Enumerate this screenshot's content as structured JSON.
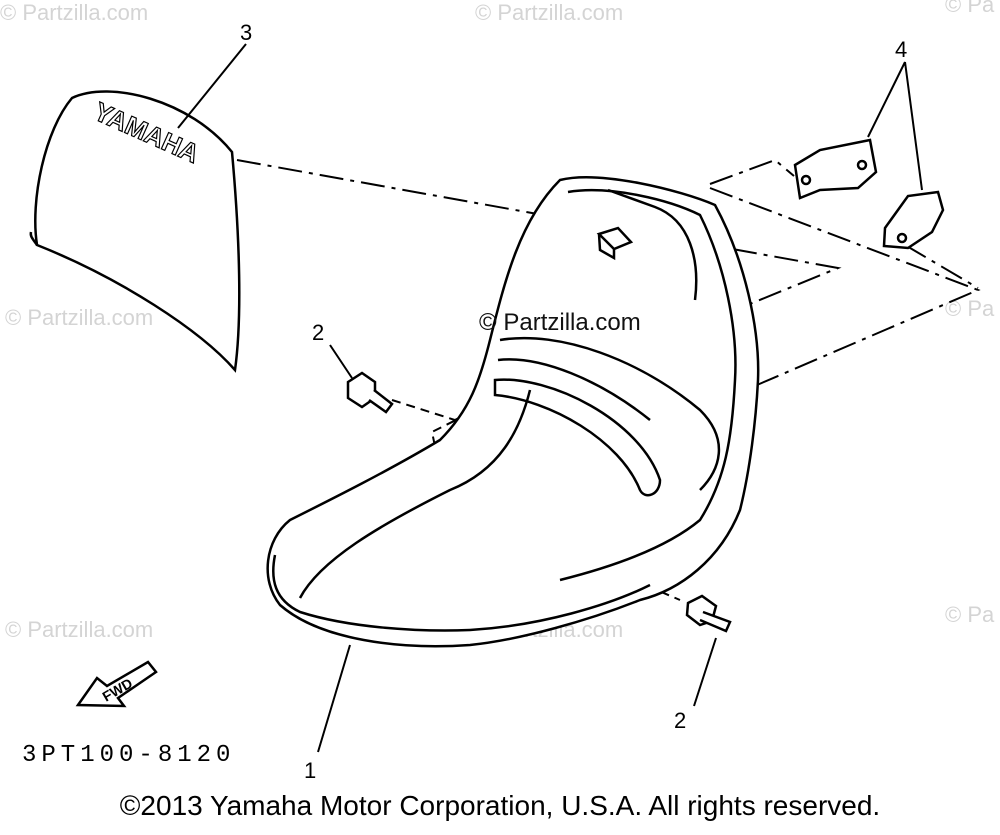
{
  "watermark": "© Partzilla.com",
  "watermark_partial": "© Pa",
  "center_watermark": "© Partzilla.com",
  "callouts": {
    "seat": "1",
    "bolt_left": "2",
    "bolt_right": "2",
    "cover": "3",
    "brackets": "4"
  },
  "cover_logo": "YAMAHA",
  "fwd_label": "FWD",
  "part_code": "3PT100-8120",
  "copyright": "©2013 Yamaha Motor Corporation, U.S.A. All rights reserved.",
  "colors": {
    "line": "#000000",
    "watermark": "#d4d4d4",
    "background": "#ffffff"
  }
}
